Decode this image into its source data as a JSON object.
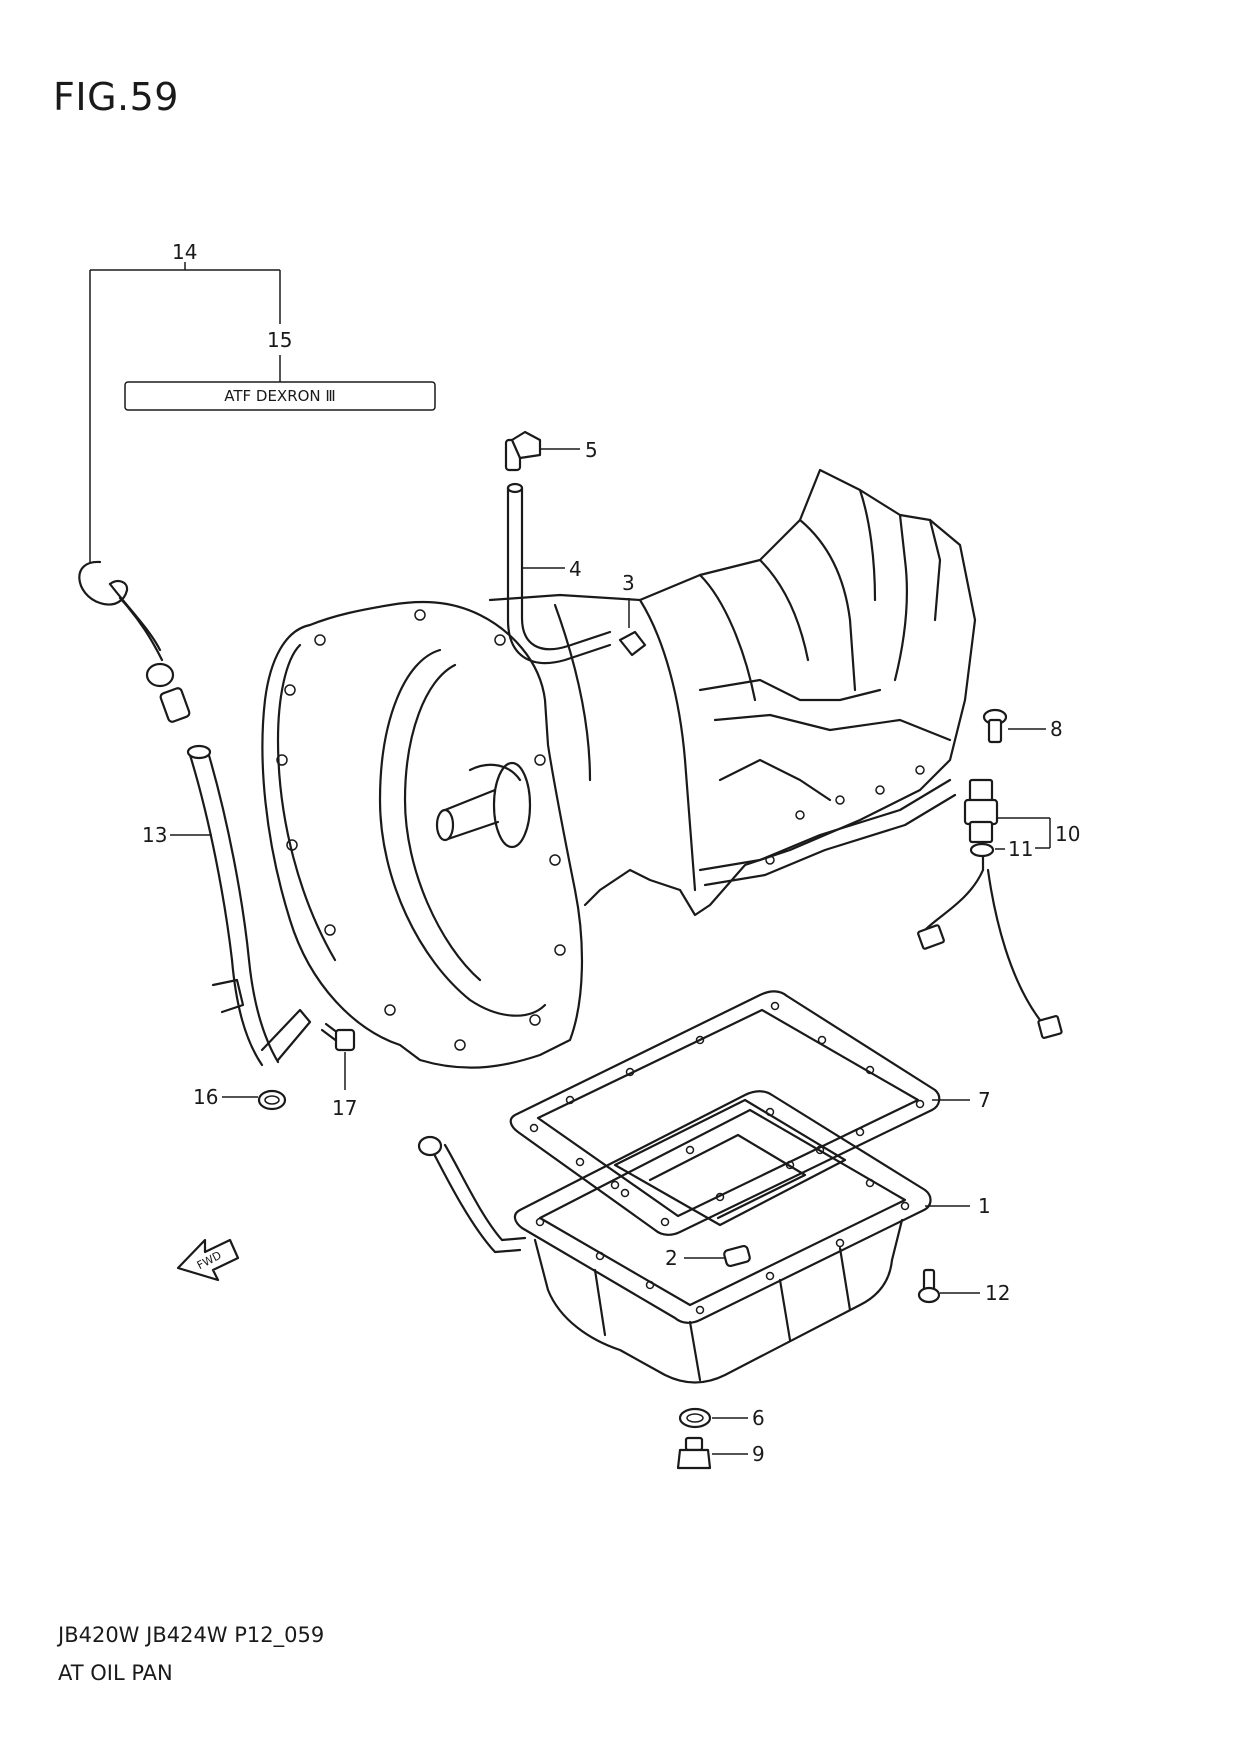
{
  "figure": {
    "title": "FIG.59",
    "model_code": "JB420W JB424W P12_059",
    "name": "AT OIL PAN"
  },
  "fluid_label": "ATF DEXRON Ⅲ",
  "fwd_label": "FWD",
  "parts": [
    {
      "id": "1",
      "label": "1"
    },
    {
      "id": "2",
      "label": "2"
    },
    {
      "id": "3",
      "label": "3"
    },
    {
      "id": "4",
      "label": "4"
    },
    {
      "id": "5",
      "label": "5"
    },
    {
      "id": "6",
      "label": "6"
    },
    {
      "id": "7",
      "label": "7"
    },
    {
      "id": "8",
      "label": "8"
    },
    {
      "id": "9",
      "label": "9"
    },
    {
      "id": "10",
      "label": "10"
    },
    {
      "id": "11",
      "label": "11"
    },
    {
      "id": "12",
      "label": "12"
    },
    {
      "id": "13",
      "label": "13"
    },
    {
      "id": "14",
      "label": "14"
    },
    {
      "id": "15",
      "label": "15"
    },
    {
      "id": "16",
      "label": "16"
    },
    {
      "id": "17",
      "label": "17"
    }
  ]
}
